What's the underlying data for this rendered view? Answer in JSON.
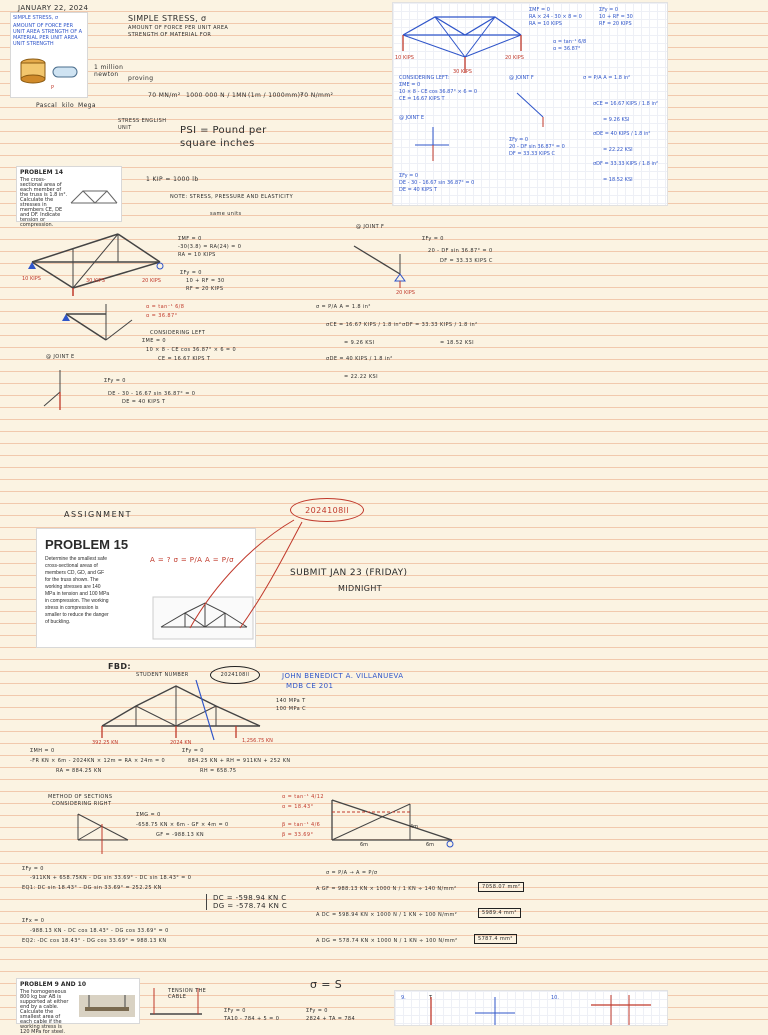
{
  "date": "JANUARY 22, 2024",
  "intro": {
    "title": "SIMPLE STRESS, σ",
    "def1": "AMOUNT OF FORCE PER UNIT AREA",
    "def2": "STRENGTH OF MATERIAL FOR",
    "card_title": "SIMPLE STRESS, σ",
    "card_text": "AMOUNT OF FORCE PER UNIT AREA STRENGTH OF A MATERIAL PER UNIT AREA UNIT STRENGTH",
    "million": "1 million",
    "newton": "newton",
    "pascal": "Pascal",
    "kilo": "kilo",
    "mega": "Mega",
    "proving": "proving",
    "conv_left": "70 MN/m²",
    "conv_mid": "1000 000 N / 1MN",
    "conv_right": "(1m / 1000mm)²",
    "conv_result": "70 N/mm²",
    "english_unit": "STRESS ENGLISH UNIT",
    "psi": "PSI = Pound per square inches",
    "kip": "1 KIP = 1000 lb",
    "note": "NOTE: STRESS, PRESSURE AND ELASTICITY",
    "same": "same units"
  },
  "problem14": {
    "label": "PROBLEM 14",
    "card_text": "The cross-sectional area of each member of the truss is 1.8 in². Calculate the stresses in members CE, DE and DF. Indicate tension or compression.",
    "eq1": "ΣMF = 0",
    "eq2": "-30(3.8) = RA(24) = 0",
    "eq3": "RA = 10 KIPS",
    "eq4": "ΣFy = 0",
    "eq5": "10 + RF = 30",
    "eq6": "RF = 20 KIPS",
    "load_a": "10 KIPS",
    "load_c": "30 KIPS",
    "load_f": "20 KIPS",
    "angle1": "α = tan⁻¹ 6/8",
    "angle2": "α = 36.87°",
    "consider": "CONSIDERING LEFT",
    "m1": "ΣME = 0",
    "m2": "10 × 8 - CE cos 36.87° × 6 = 0",
    "m3": "CE = 16.67 KIPS T",
    "joint_e": "@ JOINT E",
    "fy": "ΣFy = 0",
    "de1": "DE - 30 - 16.67 sin 36.87° = 0",
    "de2": "DE = 40 KIPS T",
    "joint_f": "@ JOINT F",
    "f1": "ΣFy = 0",
    "f2": "20 - DF sin 36.87° = 0",
    "f3": "DF = 33.33 KIPS C",
    "sig": "σ = P/A  A = 1.8 in²",
    "sce1": "σCE = 16.67 KIPS / 1.8 in²",
    "sce2": "= 9.26 KSI",
    "sdf1": "σDF = 33.33 KIPS / 1.8 in²",
    "sdf2": "= 18.52 KSI",
    "sde1": "σDE = 40 KIPS / 1.8 in²",
    "sde2": "= 22.22 KSI"
  },
  "assignment": {
    "label": "ASSIGNMENT",
    "student_no": "2024108ll",
    "problem": "PROBLEM 15",
    "text": "Determine the smallest safe cross-sectional areas of members CD, GD, and GF for the truss shown. The working stresses are 140 MPa in tension and 100 MPa in compression. The working stress in compression is smaller to reduce the danger of buckling.",
    "submit1": "SUBMIT JAN 23 (FRIDAY)",
    "submit2": "MIDNIGHT",
    "notes": "A = ?  σ = P/A  A = P/σ"
  },
  "solution": {
    "fbd": "FBD:",
    "student_label": "STUDENT NUMBER",
    "student_no": "2024108ll",
    "name": "JOHN BENEDICT A. VILLANUEVA",
    "course": "MDB    CE 201",
    "ws_t": "140 MPa  T",
    "ws_c": "100 MPa  C",
    "load_left": "392.25 KN",
    "load_mid": "2024 KN",
    "load_right": "1,256.75 KN",
    "r1": "ΣMH = 0",
    "r2": "-FR KN × 6m - 2024KN × 12m = RA × 24m = 0",
    "r3": "RA = 884.25 KN",
    "r4": "ΣFy = 0",
    "r5": "884.25 KN + RH = 911KN + 252 KN",
    "r6": "RH = 658.75",
    "method": "METHOD OF SECTIONS",
    "method2": "CONSIDERING RIGHT",
    "s1": "ΣMG = 0",
    "s2": "-658.75 KN × 6m - GF × 4m = 0",
    "s3": "GF = -988.13 KN",
    "ang1": "α = tan⁻¹ 4/12",
    "ang2": "α = 18.43°",
    "ang3": "β = tan⁻¹ 4/6",
    "ang4": "β = 33.69°",
    "fy1": "ΣFy = 0",
    "fy2": "-911KN + 658.75KN - DG sin 33.69° - DC sin 18.43° = 0",
    "fy3": "EQ1: DC sin 18.43° - DG sin 33.69° = 252.25 KN",
    "fx1": "ΣFx = 0",
    "fx2": "-988.13 KN - DC cos 18.43° - DG cos 33.69° = 0",
    "fx3": "EQ2: -DC cos 18.43° - DG cos 33.69° = 988.13 KN",
    "dc": "DC = -598.94 KN C",
    "dg": "DG = -578.74 KN C",
    "a0": "σ = P/A  → A = P/σ",
    "a1": "A GF = 988.13 KN × 1000 N / 1 KN ÷ 140 N/mm²",
    "a1r": "7058.07 mm²",
    "a2": "A DC = 598.94 KN × 1000 N / 1 KN ÷ 100 N/mm²",
    "a2r": "5989.4 mm²",
    "a3": "A DG = 578.74 KN × 1000 N / 1 KN ÷ 100 N/mm²",
    "a3r": "5787.4 mm²",
    "m_6": "6m",
    "m_4": "4m"
  },
  "problem910": {
    "label": "PROBLEM 9 AND 10",
    "sigma_s": "σ = S",
    "card_text": "The homogeneous 800 kg bar AB is supported at either end by a cable. Calculate the smallest area of each cable if the working stress is 120 MPa for steel.",
    "e1": "ΣFy = 0",
    "e2": "TA10 - 784 + 5 = 0",
    "e3": "ΣFy = 0",
    "e4": "2824 + TA = 784",
    "tension": "TENSION THE CABLE",
    "q9": "9.",
    "q10": "10.",
    "t": "T"
  },
  "top_right": {
    "m1": "ΣMF = 0",
    "m2": "RA × 24 - 30 × 8 = 0",
    "m3": "RA = 10 KIPS",
    "y1": "ΣFy = 0",
    "y2": "10 + RF = 30",
    "y3": "RF = 20 KIPS",
    "a1": "α = tan⁻¹ 6/8",
    "a2": "α = 36.87°",
    "cl1": "CONSIDERING LEFT:",
    "cl2": "ΣME = 0",
    "cl3": "10 × 8 - CE cos 36.87° × 6 = 0",
    "cl4": "CE = 16.67 KIPS T",
    "jf": "@ JOINT F",
    "je": "@ JOINT E",
    "s1": "σ = P/A  A = 1.8 in²",
    "s2": "σCE = 16.67 KIPS / 1.8 in²",
    "s3": "= 9.26 KSI",
    "s4": "σDE = 40 KIPS / 1.8 in²",
    "s5": "= 22.22 KSI",
    "s6": "σDF = 33.33 KIPS / 1.8 in²",
    "s7": "= 18.52 KSI",
    "f1": "ΣFy = 0",
    "f2": "20 - DF sin 36.87° = 0",
    "f3": "DF = 33.33 KIPS C",
    "d1": "ΣFy = 0",
    "d2": "DE - 30 - 16.67 sin 36.87° = 0",
    "d3": "DE = 40 KIPS T",
    "l10": "10 KIPS",
    "l30": "30 KIPS",
    "l20": "20 KIPS"
  }
}
